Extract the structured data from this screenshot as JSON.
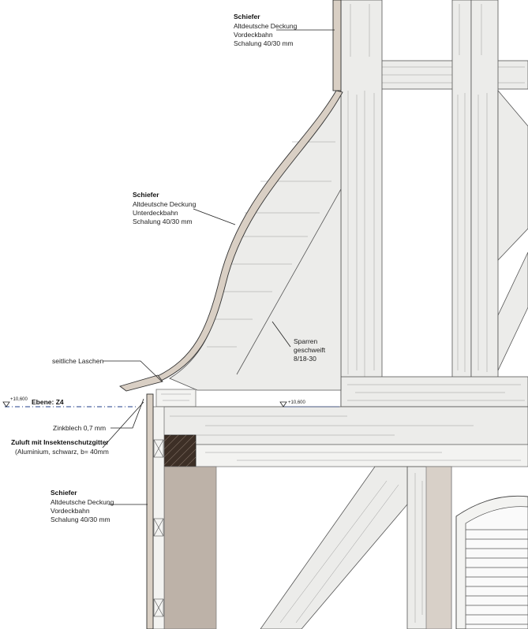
{
  "labels": {
    "top_slate": {
      "title": "Schiefer",
      "lines": [
        "Altdeutsche Deckung",
        "Vordeckbahn",
        "Schalung 40/30 mm"
      ]
    },
    "middle_slate": {
      "title": "Schiefer",
      "lines": [
        "Altdeutsche Deckung",
        "Unterdeckbahn",
        "Schalung 40/30 mm"
      ]
    },
    "bottom_slate": {
      "title": "Schiefer",
      "lines": [
        "Altdeutsche Deckung",
        "Vordeckbahn",
        "Schalung 40/30 mm"
      ]
    },
    "sparren": [
      "Sparren",
      "geschweift",
      "8/18-30"
    ],
    "laschen": "seitliche Laschen",
    "zinkblech": "Zinkblech 0,7 mm",
    "zuluft_title": "Zuluft mit Insektenschutzgitter",
    "zuluft_sub": "(Aluminium, schwarz, b= 40mm",
    "level_tag_left": "+10,600",
    "level_name": "Ebene: Z4",
    "level_tag_right": "+10,600"
  },
  "colors": {
    "wood": "#ececea",
    "masonry": "#bdb2a8",
    "slate": "#d9cfc4",
    "level_line": "#1f3f8a"
  }
}
